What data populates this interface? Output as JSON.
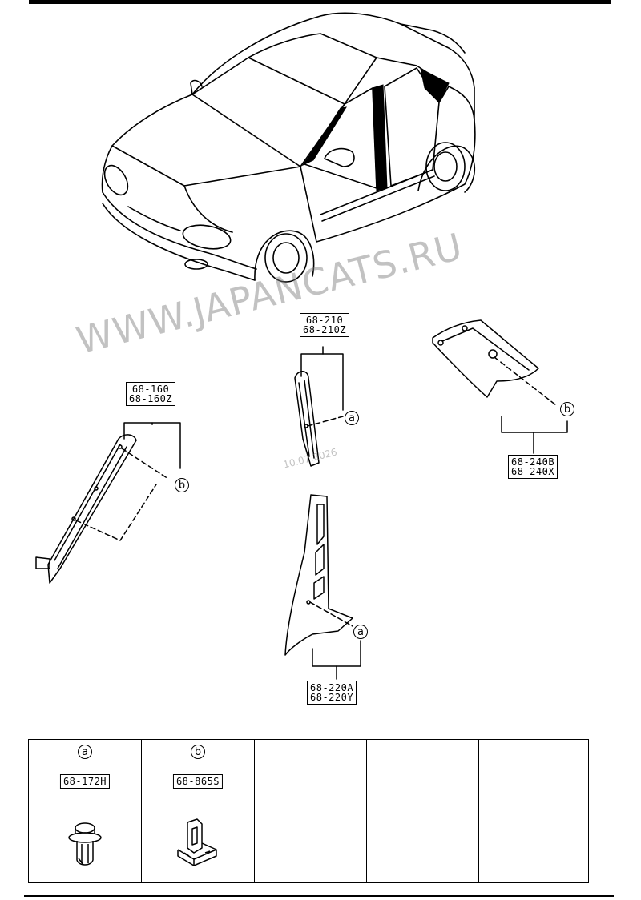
{
  "watermark": {
    "site": "WWW.JAPANCATS.RU",
    "date": "10.07.2026"
  },
  "callout_a": "a",
  "callout_b": "b",
  "parts": {
    "b_pillar_upper": [
      "68-210",
      "68-210Z"
    ],
    "a_pillar": [
      "68-160",
      "68-160Z"
    ],
    "c_pillar": [
      "68-240B",
      "68-240X"
    ],
    "b_pillar_lower": [
      "68-220A",
      "68-220Y"
    ]
  },
  "legend": {
    "columns": [
      {
        "callout": "a",
        "part": "68-172H",
        "fastener": "push-clip-icon"
      },
      {
        "callout": "b",
        "part": "68-865S",
        "fastener": "retainer-clip-icon"
      },
      {
        "callout": "",
        "part": ""
      },
      {
        "callout": "",
        "part": ""
      },
      {
        "callout": "",
        "part": ""
      }
    ]
  }
}
